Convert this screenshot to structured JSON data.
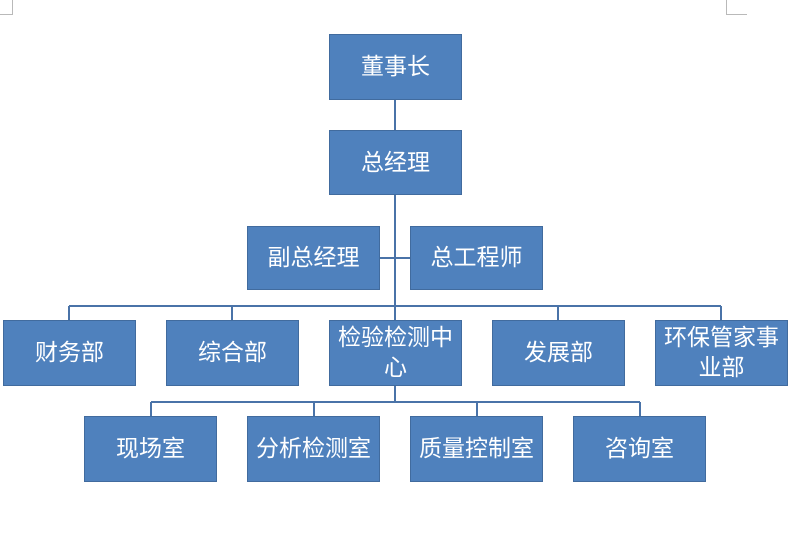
{
  "colors": {
    "box": "#4f81bd",
    "box_border": "#416b9e",
    "text": "#ffffff",
    "line": "#4a73a8"
  },
  "org_chart": {
    "root": "董事长",
    "general_manager": "总经理",
    "deputies": [
      "副总经理",
      "总工程师"
    ],
    "departments": [
      "财务部",
      "综合部",
      "检验检测中心",
      "发展部",
      "环保管家事业部"
    ],
    "center_units": [
      "现场室",
      "分析检测室",
      "质量控制室",
      "咨询室"
    ]
  }
}
